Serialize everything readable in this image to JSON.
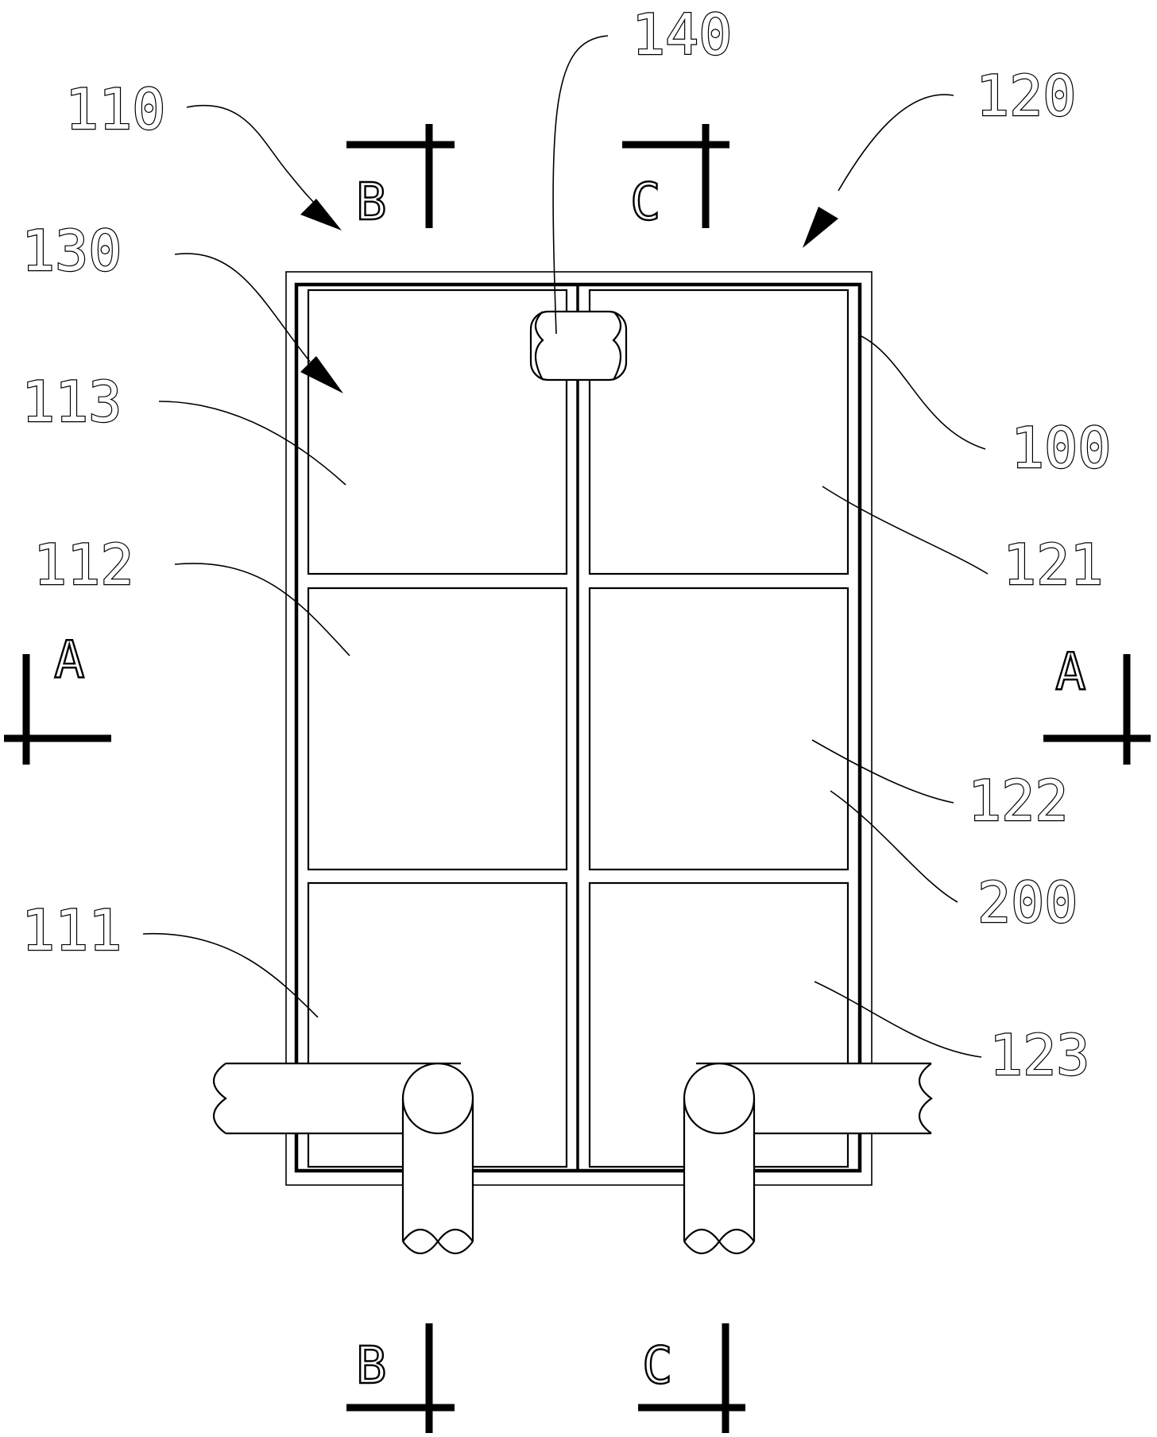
{
  "labels": {
    "l100": "100",
    "l110": "110",
    "l111": "111",
    "l112": "112",
    "l113": "113",
    "l120": "120",
    "l121": "121",
    "l122": "122",
    "l123": "123",
    "l130": "130",
    "l140": "140",
    "l200": "200"
  },
  "sections": {
    "a": "A",
    "b": "B",
    "c": "C"
  }
}
